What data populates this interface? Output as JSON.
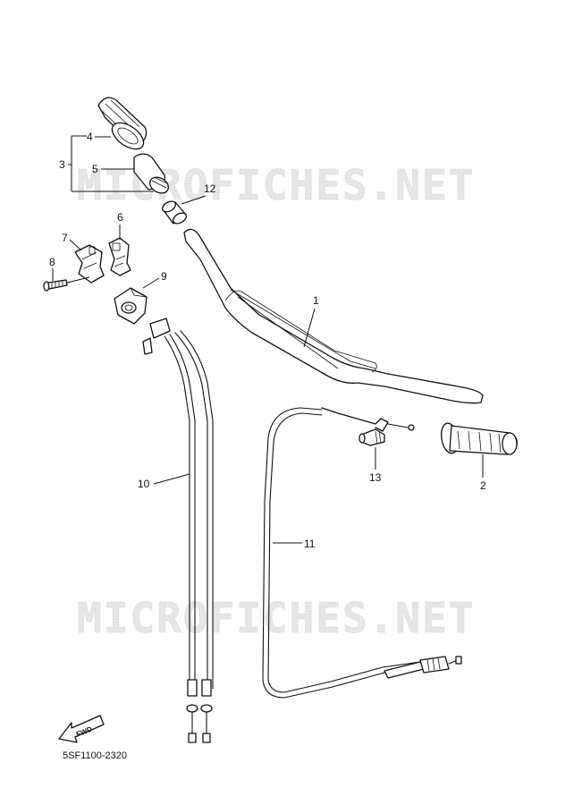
{
  "watermark": "MICROFICHES.NET",
  "diagram_code": "5SF1100-2320",
  "fwd_label": "FWD",
  "callouts": {
    "p1": "1",
    "p2": "2",
    "p3": "3",
    "p4": "4",
    "p5": "5",
    "p6": "6",
    "p7": "7",
    "p8": "8",
    "p9": "9",
    "p10": "10",
    "p11": "11",
    "p12": "12",
    "p13": "13"
  }
}
